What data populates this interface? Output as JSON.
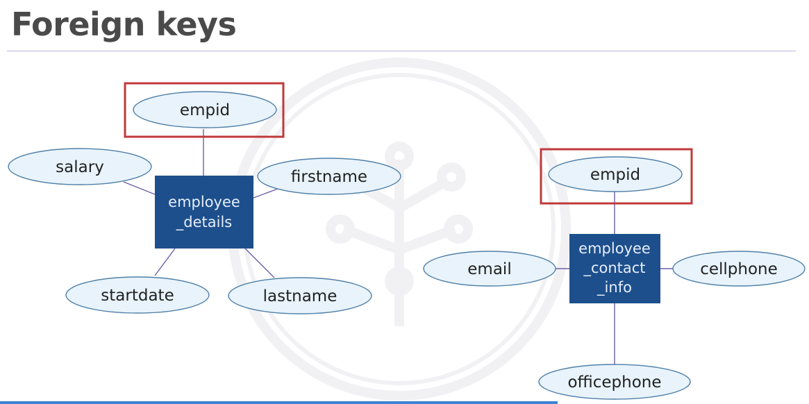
{
  "slide": {
    "title": "Foreign keys"
  },
  "colors": {
    "title": "#4a4a4a",
    "rule": "#b9b7dc",
    "entity_fill": "#1d4f8c",
    "entity_text": "#e6eefa",
    "attribute_fill": "#e8f3fb",
    "attribute_stroke": "#4f7fa8",
    "connector": "#6d5fa8",
    "highlight_box": "#c0393b",
    "bottom_bar": "#3d83d6"
  },
  "diagrams": [
    {
      "entity": {
        "lines": [
          "employee",
          "_details"
        ]
      },
      "key_attribute": "empid",
      "attributes": [
        "salary",
        "firstname",
        "startdate",
        "lastname"
      ]
    },
    {
      "entity": {
        "lines": [
          "employee",
          "_contact",
          "_info"
        ]
      },
      "key_attribute": "empid",
      "attributes": [
        "email",
        "cellphone",
        "officephone"
      ]
    }
  ]
}
